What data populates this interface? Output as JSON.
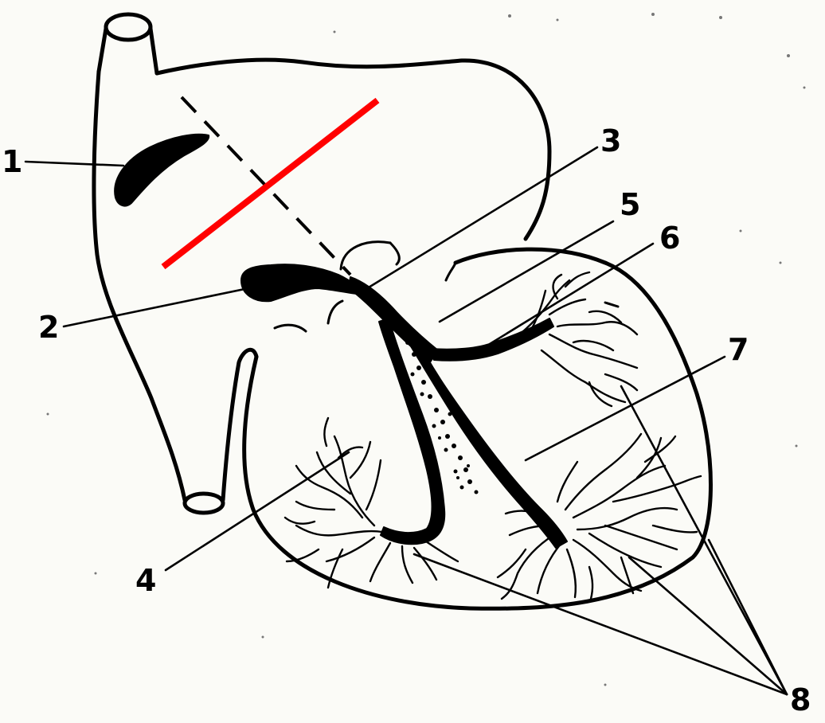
{
  "labels": [
    {
      "id": "1",
      "text": "1"
    },
    {
      "id": "2",
      "text": "2"
    },
    {
      "id": "3",
      "text": "3"
    },
    {
      "id": "4",
      "text": "4"
    },
    {
      "id": "5",
      "text": "5"
    },
    {
      "id": "6",
      "text": "6"
    },
    {
      "id": "7",
      "text": "7"
    },
    {
      "id": "8",
      "text": "8"
    }
  ],
  "colors": {
    "ink": "#000000",
    "paper": "#fbfbf7",
    "annotation_line": "#ff0000"
  }
}
